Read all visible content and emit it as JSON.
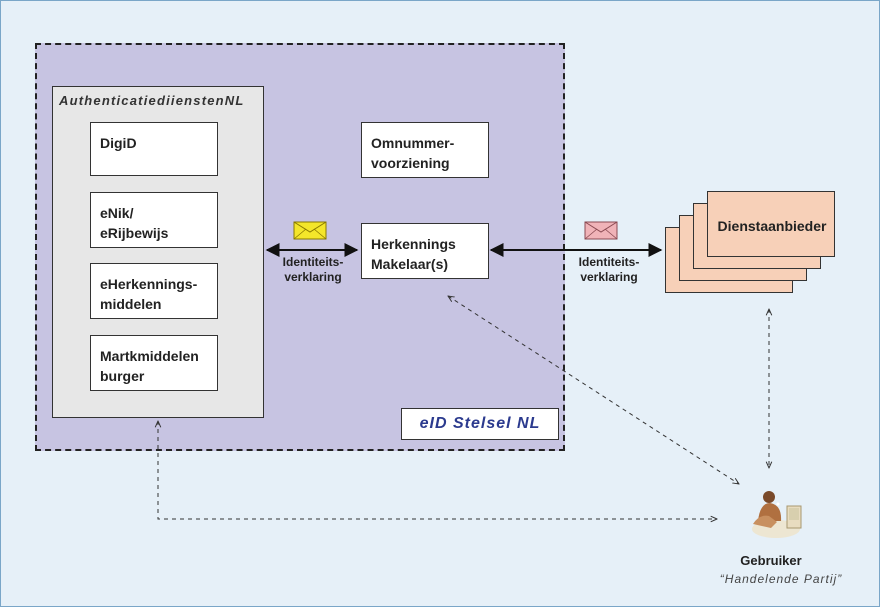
{
  "auth_panel": {
    "title": "AuthenticatiediienstenNL"
  },
  "auth_items": [
    {
      "label": "DigiD"
    },
    {
      "label": "eNik/\neRijbewijs"
    },
    {
      "label": "eHerkennings-\nmiddelen"
    },
    {
      "label": "Martkmiddelen\nburger"
    }
  ],
  "omnummer": {
    "label": "Omnummer-\nvoorziening"
  },
  "makelaar": {
    "label": "Herkennings\nMakelaar(s)"
  },
  "stelsel": {
    "label": "eID Stelsel NL"
  },
  "identiteit_left": "Identiteits-\nverklaring",
  "identiteit_right": "Identiteits-\nverklaring",
  "dienst": {
    "label": "Dienstaanbieder"
  },
  "gebruiker": {
    "name": "Gebruiker",
    "role": "“Handelende Partij”"
  },
  "colors": {
    "stelsel_bg": "#c7c4e2",
    "provider_bg": "#f7d0b8",
    "envelope_yellow": "#f4e62a",
    "envelope_pink": "#f0b3b8",
    "stelsel_text": "#2b3a8e"
  }
}
